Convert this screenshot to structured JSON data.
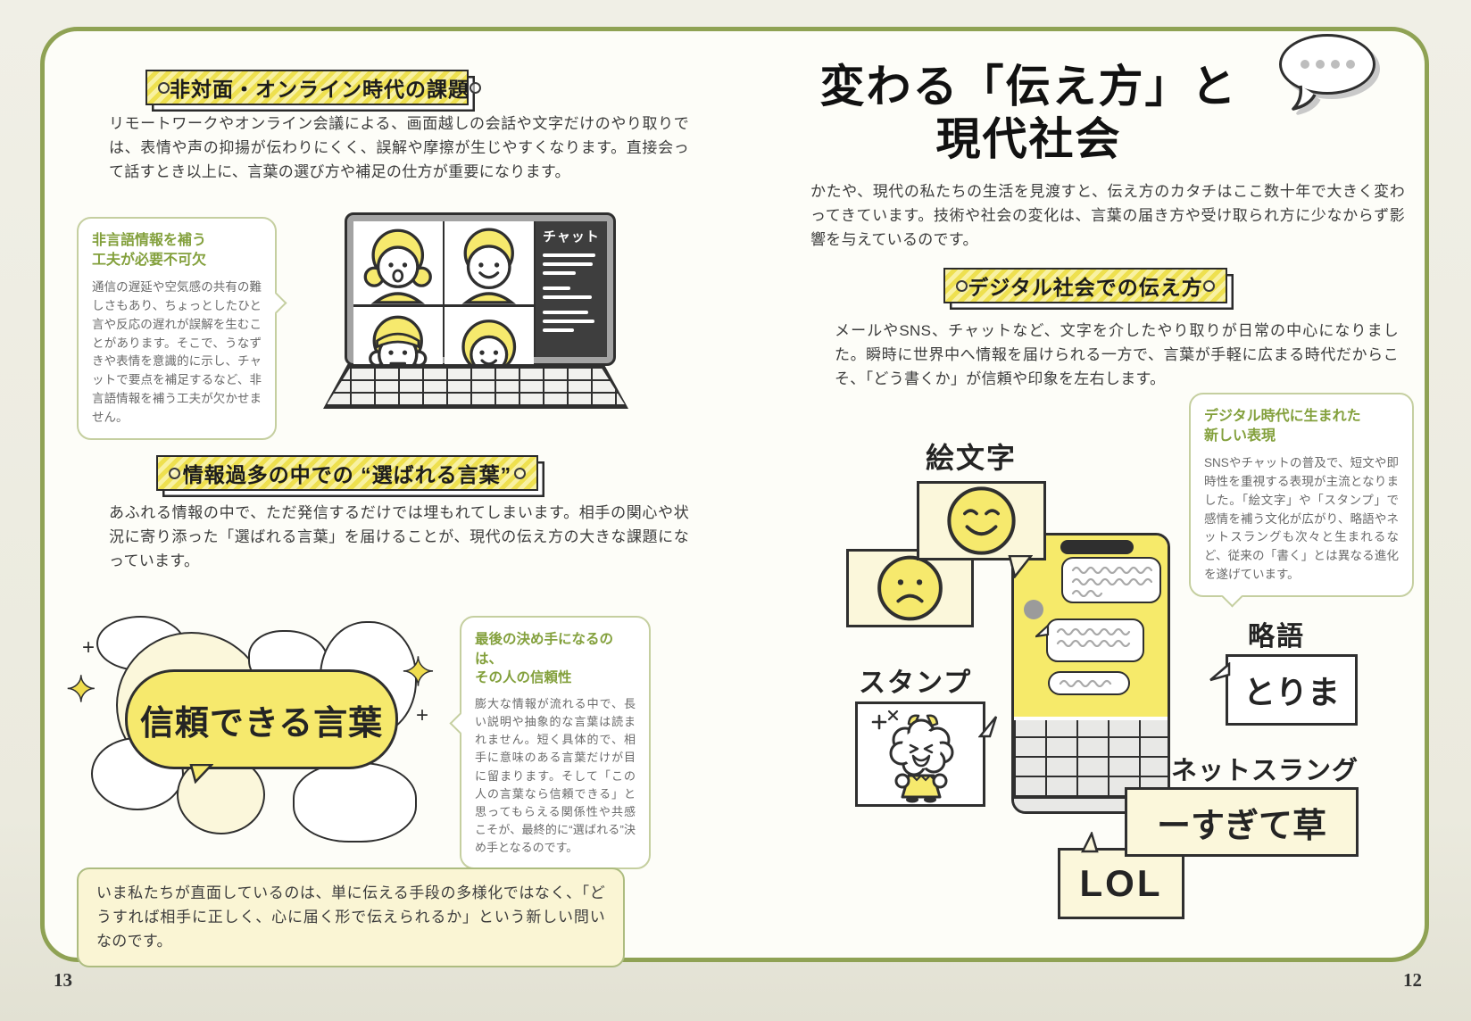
{
  "spread": {
    "left_page": {
      "page_number": "13",
      "section_challenge": {
        "banner": "非対面・オンライン時代の課題",
        "body": "リモートワークやオンライン会議による、画面越しの会話や文字だけのやり取りでは、表情や声の抑揚が伝わりにくく、誤解や摩擦が生じやすくなります。直接会って話すとき以上に、言葉の選び方や補足の仕方が重要になります。"
      },
      "callout_nonverbal": {
        "title": "非言語情報を補う\n工夫が必要不可欠",
        "body": "通信の遅延や空気感の共有の難しさもあり、ちょっとしたひと言や反応の遅れが誤解を生むことがあります。そこで、うなずきや表情を意識的に示し、チャットで要点を補足するなど、非言語情報を補う工夫が欠かせません。"
      },
      "laptop_illustration": {
        "chat_panel_label": "チャット"
      },
      "section_chosen_words": {
        "banner": "情報過多の中での “選ばれる言葉”",
        "body": "あふれる情報の中で、ただ発信するだけでは埋もれてしまいます。相手の関心や状況に寄り添った「選ばれる言葉」を届けることが、現代の伝え方の大きな課題になっています。"
      },
      "bubble_illustration": {
        "label": "信頼できる言葉"
      },
      "callout_trust": {
        "title": "最後の決め手になるのは、\nその人の信頼性",
        "body": "膨大な情報が流れる中で、長い説明や抽象的な言葉は読まれません。短く具体的で、相手に意味のある言葉だけが目に留まります。そして「この人の言葉なら信頼できる」と思ってもらえる関係性や共感こそが、最終的に“選ばれる”決め手となるのです。"
      },
      "conclusion": "いま私たちが直面しているのは、単に伝える手段の多様化ではなく、「どうすれば相手に正しく、心に届く形で伝えられるか」という新しい問いなのです。"
    },
    "right_page": {
      "page_number": "12",
      "title": "変わる「伝え方」と\n現代社会",
      "intro": "かたや、現代の私たちの生活を見渡すと、伝え方のカタチはここ数十年で大きく変わってきています。技術や社会の変化は、言葉の届き方や受け取られ方に少なからず影響を与えているのです。",
      "section_digital": {
        "banner": "デジタル社会での伝え方",
        "body": "メールやSNS、チャットなど、文字を介したやり取りが日常の中心になりました。瞬時に世界中へ情報を届けられる一方で、言葉が手軽に広まる時代だからこそ、「どう書くか」が信頼や印象を左右します。"
      },
      "callout_new_expressions": {
        "title": "デジタル時代に生まれた\n新しい表現",
        "body": "SNSやチャットの普及で、短文や即時性を重視する表現が主流となりました。「絵文字」や「スタンプ」で感情を補う文化が広がり、略語やネットスラングも次々と生まれるなど、従来の「書く」とは異なる進化を遂げています。"
      },
      "illustrations": {
        "emoji_label": "絵文字",
        "stamp_label": "スタンプ",
        "abbreviation_label": "略語",
        "abbreviation_example": "とりま",
        "net_slang_label": "ネットスラング",
        "net_slang_example": "ーすぎて草",
        "lol_example": "LOL"
      }
    },
    "colors": {
      "page_border": "#8fa254",
      "banner_yellow": "#eee04f",
      "accent_green": "#83a03c",
      "highlight_yellow": "#f6e96d",
      "cream": "#fbf7db"
    }
  }
}
